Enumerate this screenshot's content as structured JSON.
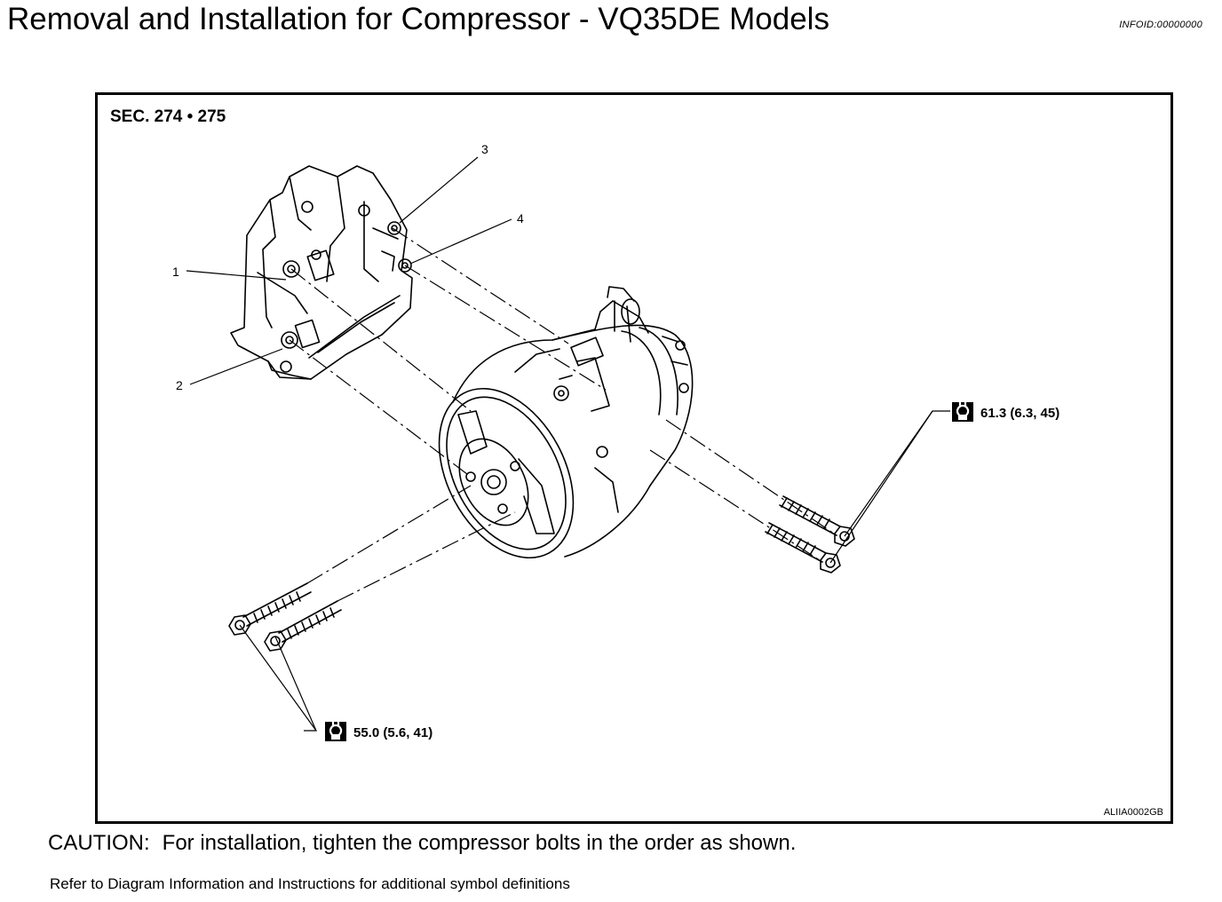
{
  "page": {
    "title": "Removal and Installation for Compressor - VQ35DE Models",
    "info_id": "INFOID:00000000"
  },
  "diagram": {
    "section": "SEC. 274 • 275",
    "image_code": "ALIIA0002GB",
    "callouts": [
      {
        "label": "1"
      },
      {
        "label": "2"
      },
      {
        "label": "3"
      },
      {
        "label": "4"
      }
    ],
    "torques": [
      {
        "value": "61.3 (6.3, 45)",
        "icon": "torque-wrench-icon"
      },
      {
        "value": "55.0 (5.6, 41)",
        "icon": "torque-wrench-icon"
      }
    ]
  },
  "notes": {
    "caution_label": "CAUTION:",
    "caution_text": "For installation, tighten the compressor bolts in the order as shown.",
    "refer": "Refer to Diagram Information and Instructions for additional symbol definitions"
  }
}
